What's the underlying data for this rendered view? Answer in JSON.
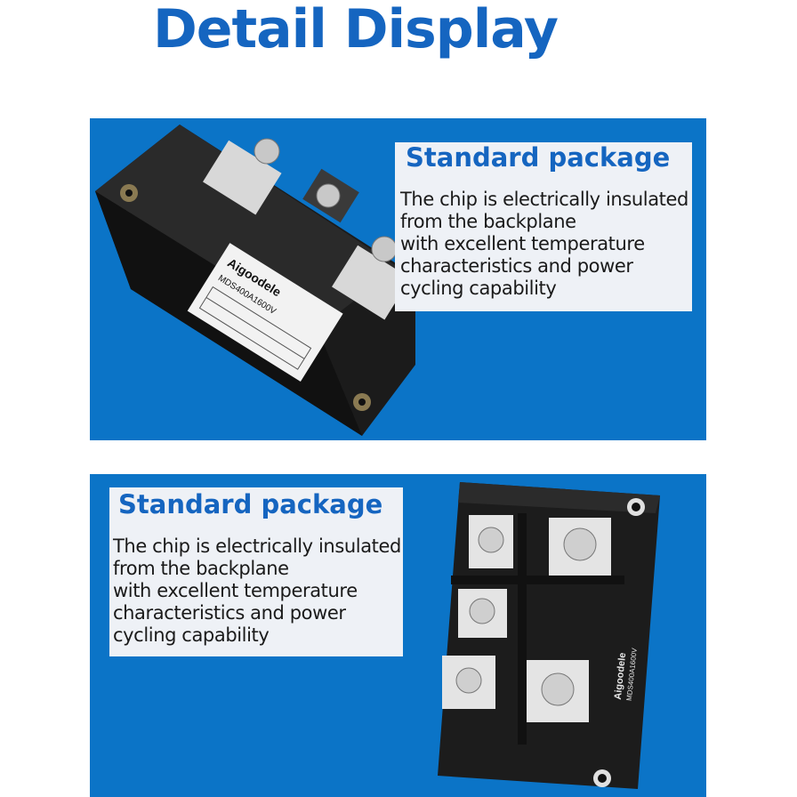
{
  "page": {
    "title": "Detail Display"
  },
  "panels": [
    {
      "card_title": "Standard package",
      "lines": [
        "The chip is electrically insulated",
        "from the backplane",
        "with excellent temperature",
        "characteristics and power",
        "cycling capability"
      ]
    },
    {
      "card_title": "Standard package",
      "lines": [
        "The chip is electrically insulated",
        "from the backplane",
        "with excellent temperature",
        "characteristics and power",
        "cycling capability"
      ]
    }
  ],
  "product": {
    "brand": "Aigoodele",
    "model": "MDS400A1600V"
  },
  "colors": {
    "accent": "#1565c0",
    "panel_bg": "#0b74c7",
    "card_bg": "#eef1f6",
    "module_body": "#1c1c1c"
  }
}
